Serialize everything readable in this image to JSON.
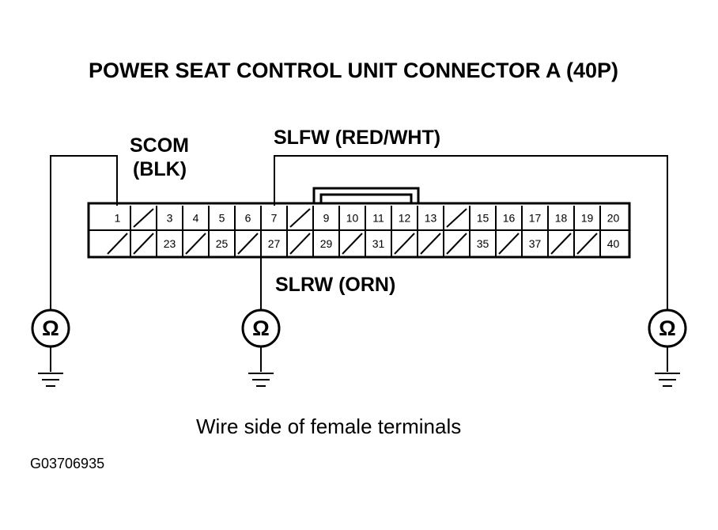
{
  "title": "POWER SEAT CONTROL UNIT CONNECTOR A (40P)",
  "labels": {
    "scom": "SCOM",
    "scom_color": "(BLK)",
    "slfw": "SLFW (RED/WHT)",
    "slrw": "SLRW (ORN)"
  },
  "connector": {
    "top_row": [
      "1",
      "",
      "3",
      "4",
      "5",
      "6",
      "7",
      "",
      "9",
      "10",
      "11",
      "12",
      "13",
      "",
      "15",
      "16",
      "17",
      "18",
      "19",
      "20"
    ],
    "bottom_row": [
      "",
      "",
      "23",
      "",
      "25",
      "",
      "27",
      "",
      "29",
      "",
      "31",
      "",
      "",
      "",
      "35",
      "",
      "37",
      "",
      "",
      "40"
    ]
  },
  "meter_symbol": "Ω",
  "caption": "Wire side of female terminals",
  "figure_code": "G03706935"
}
